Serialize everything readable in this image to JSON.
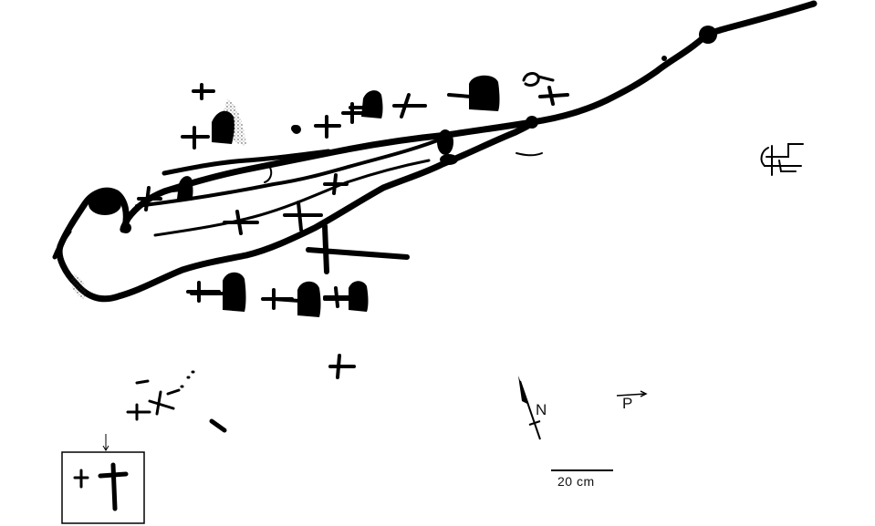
{
  "labels": {
    "north": "N",
    "p": "P",
    "scale": "20 cm"
  }
}
